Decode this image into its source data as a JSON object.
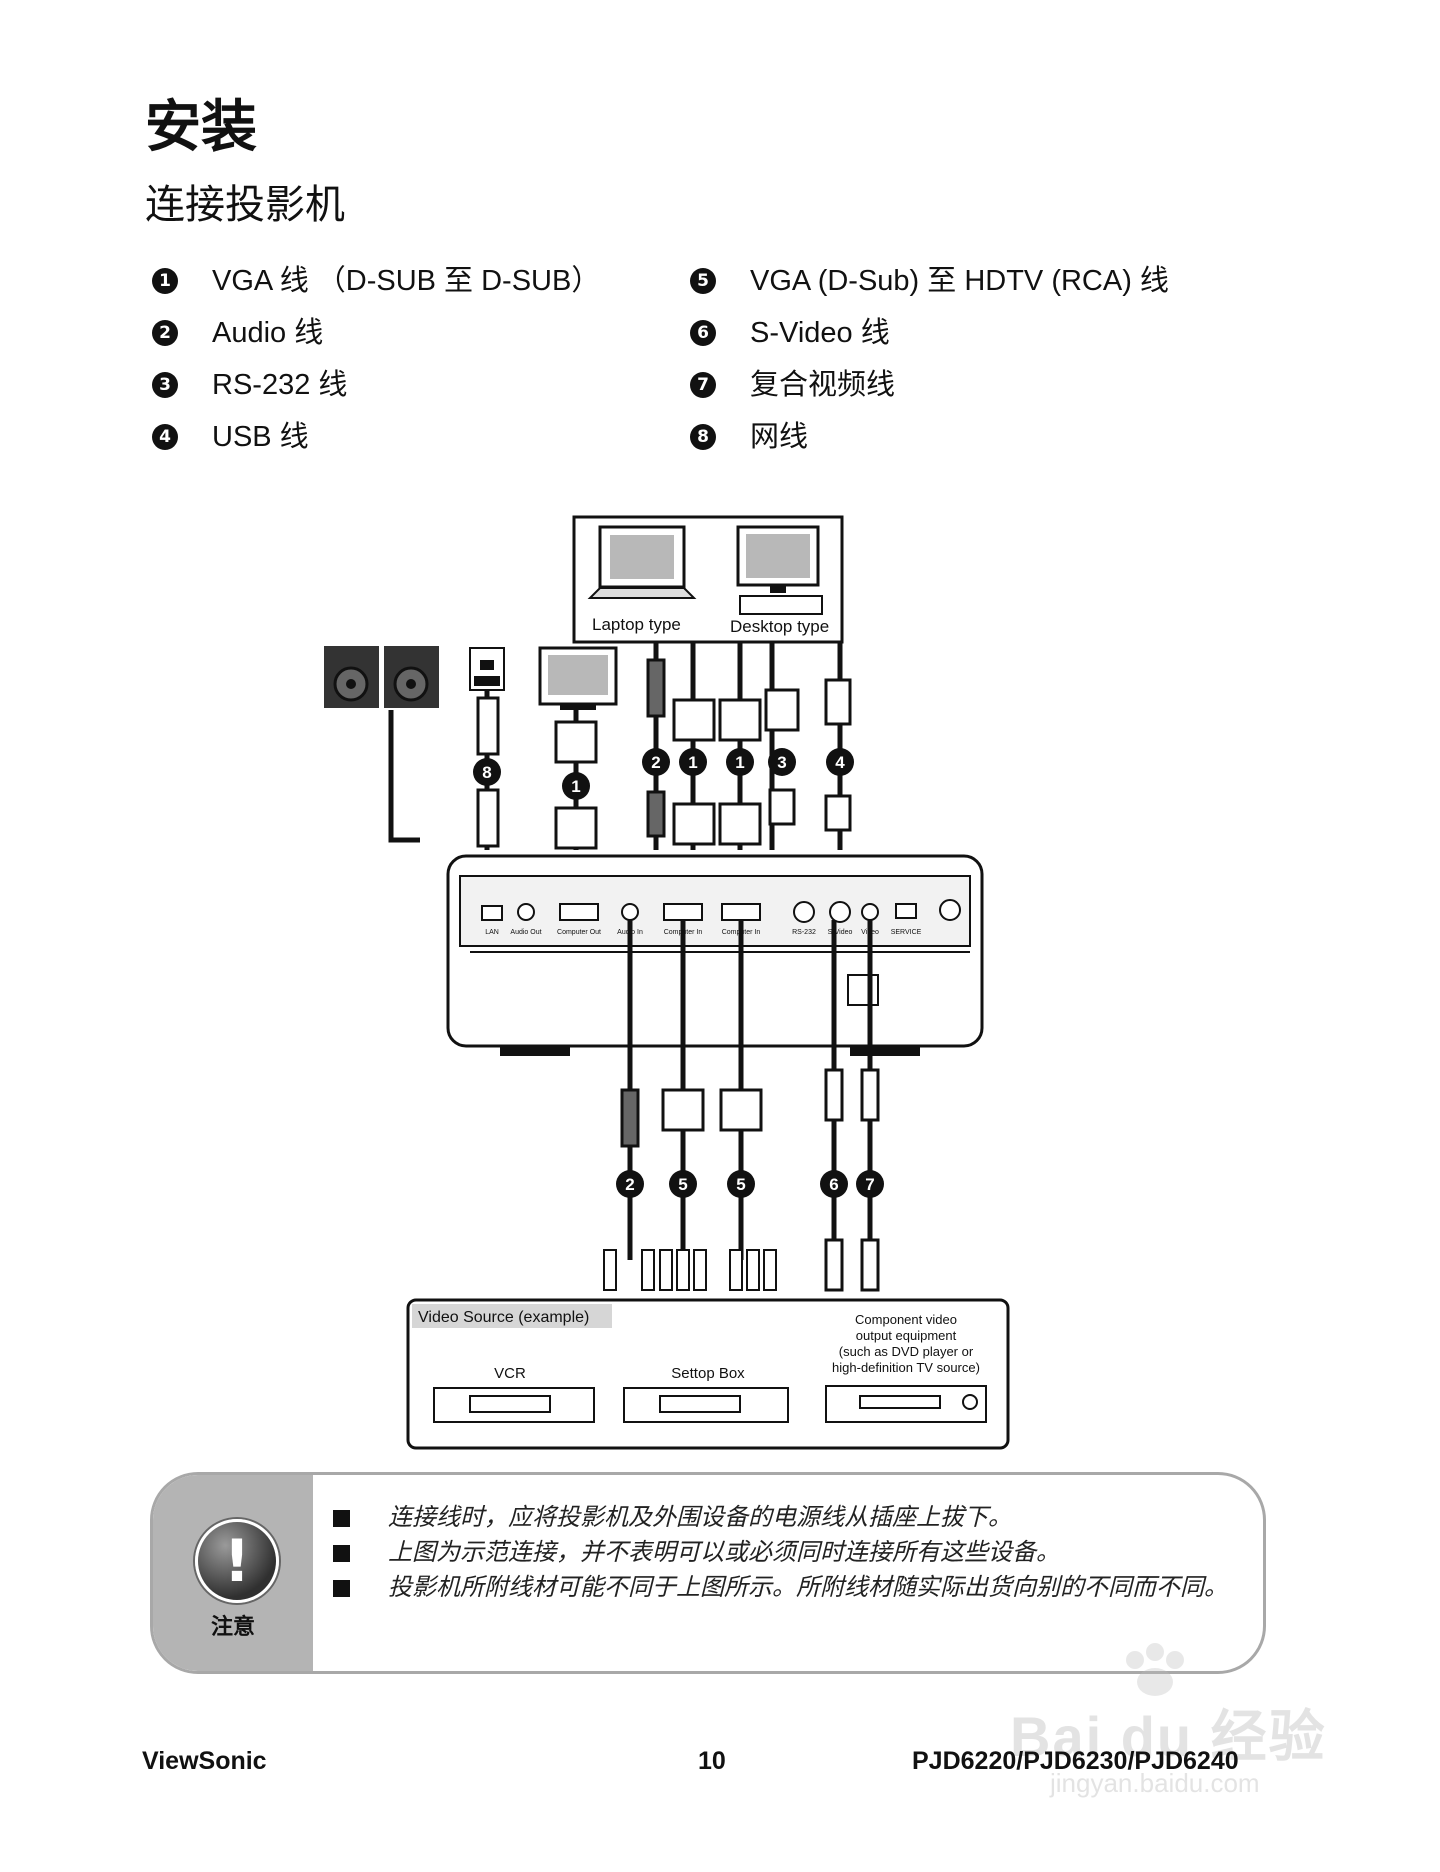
{
  "heading": "安装",
  "subheading": "连接投影机",
  "legend": [
    {
      "num": "1",
      "label": "VGA 线 （D-SUB 至 D-SUB）"
    },
    {
      "num": "2",
      "label": "Audio 线"
    },
    {
      "num": "3",
      "label": "RS-232 线"
    },
    {
      "num": "4",
      "label": "USB 线"
    },
    {
      "num": "5",
      "label": "VGA (D-Sub) 至 HDTV (RCA) 线"
    },
    {
      "num": "6",
      "label": "S-Video 线"
    },
    {
      "num": "7",
      "label": "复合视频线"
    },
    {
      "num": "8",
      "label": "网线"
    }
  ],
  "diagram": {
    "computer_box": {
      "laptop": "Laptop type",
      "desktop": "Desktop type"
    },
    "ports": [
      "LAN",
      "Audio Out",
      "Computer Out",
      "Audio In",
      "Computer In",
      "Computer In",
      "RS-232",
      "S-Video",
      "Video",
      "SERVICE"
    ],
    "cable_badges_top": [
      "8",
      "1",
      "2",
      "1",
      "1",
      "3",
      "4"
    ],
    "cable_badges_bottom": [
      "2",
      "5",
      "5",
      "6",
      "7"
    ],
    "video_source": {
      "title": "Video Source (example)",
      "vcr": "VCR",
      "settop": "Settop Box",
      "component_lines": [
        "Component video",
        "output equipment",
        "(such as DVD player or",
        "high-definition TV source)"
      ]
    }
  },
  "note": {
    "label": "注意",
    "items": [
      "连接线时，应将投影机及外围设备的电源线从插座上拔下。",
      "上图为示范连接，并不表明可以或必须同时连接所有这些设备。",
      "投影机所附线材可能不同于上图所示。所附线材随实际出货向别的不同而不同。"
    ]
  },
  "footer": {
    "brand": "ViewSonic",
    "page": "10",
    "model": "PJD6220/PJD6230/PJD6240"
  },
  "watermark": {
    "text": "Bai du 经验",
    "url": "jingyan.baidu.com"
  }
}
